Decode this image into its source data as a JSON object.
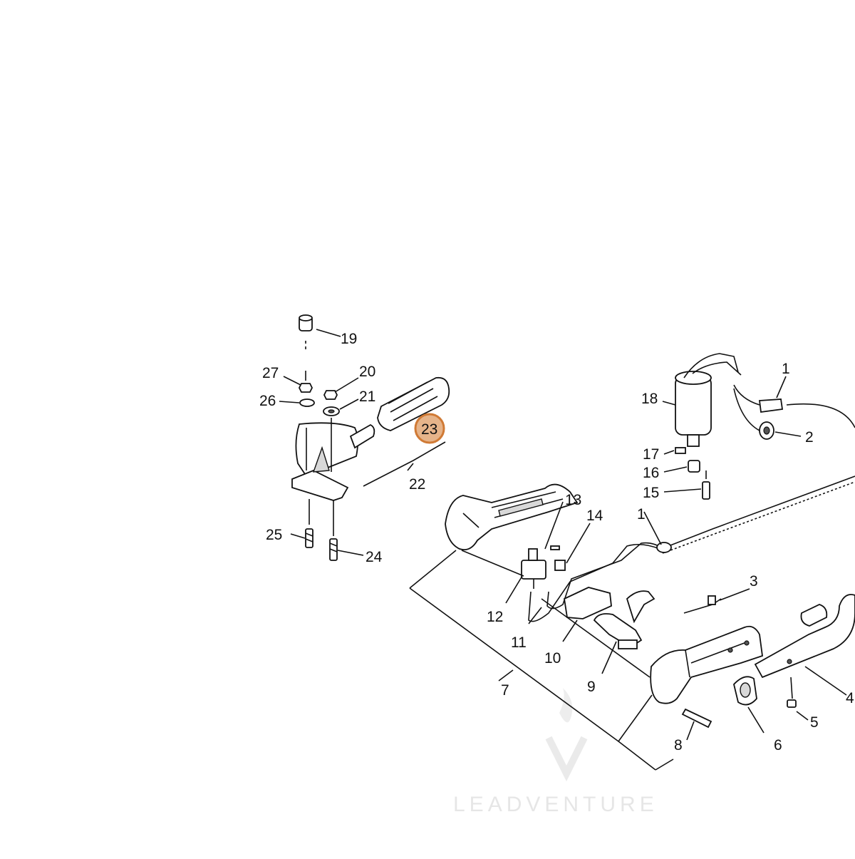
{
  "diagram": {
    "callouts": [
      {
        "id": "c1a",
        "text": "1"
      },
      {
        "id": "c1b",
        "text": "1"
      },
      {
        "id": "c2",
        "text": "2"
      },
      {
        "id": "c3",
        "text": "3"
      },
      {
        "id": "c4",
        "text": "4"
      },
      {
        "id": "c5",
        "text": "5"
      },
      {
        "id": "c6",
        "text": "6"
      },
      {
        "id": "c7",
        "text": "7"
      },
      {
        "id": "c8",
        "text": "8"
      },
      {
        "id": "c9",
        "text": "9"
      },
      {
        "id": "c10",
        "text": "10"
      },
      {
        "id": "c11",
        "text": "11"
      },
      {
        "id": "c12",
        "text": "12"
      },
      {
        "id": "c13",
        "text": "13"
      },
      {
        "id": "c14",
        "text": "14"
      },
      {
        "id": "c15",
        "text": "15"
      },
      {
        "id": "c16",
        "text": "16"
      },
      {
        "id": "c17",
        "text": "17"
      },
      {
        "id": "c18",
        "text": "18"
      },
      {
        "id": "c19",
        "text": "19"
      },
      {
        "id": "c20",
        "text": "20"
      },
      {
        "id": "c21",
        "text": "21"
      },
      {
        "id": "c22",
        "text": "22"
      },
      {
        "id": "c24",
        "text": "24"
      },
      {
        "id": "c25",
        "text": "25"
      },
      {
        "id": "c26",
        "text": "26"
      },
      {
        "id": "c27",
        "text": "27"
      }
    ],
    "highlighted": {
      "text": "23",
      "fill": "#e6b48a",
      "stroke": "#d07a35"
    }
  },
  "watermark": {
    "text": "LEADVENTURE",
    "color": "#e6e6e6"
  }
}
